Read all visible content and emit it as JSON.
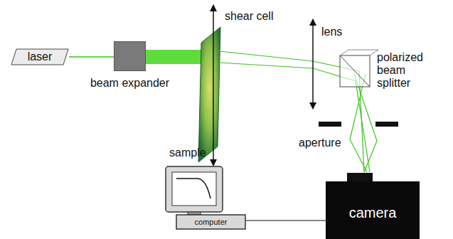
{
  "diagram": {
    "nodes": [
      {
        "text": [
          "laser"
        ]
      },
      {
        "text": [
          "beam expander"
        ]
      },
      {
        "text": [
          "camera"
        ]
      },
      {
        "text": [
          "computer"
        ]
      }
    ],
    "edges": [
      {
        "from": 0,
        "to": 1,
        "arrow": "none"
      },
      {
        "from": 3,
        "to": 2,
        "arrow": "none"
      }
    ],
    "labels": [
      "shear cell",
      "sample",
      "lens",
      "polarized beam splitter",
      "aperture"
    ]
  }
}
